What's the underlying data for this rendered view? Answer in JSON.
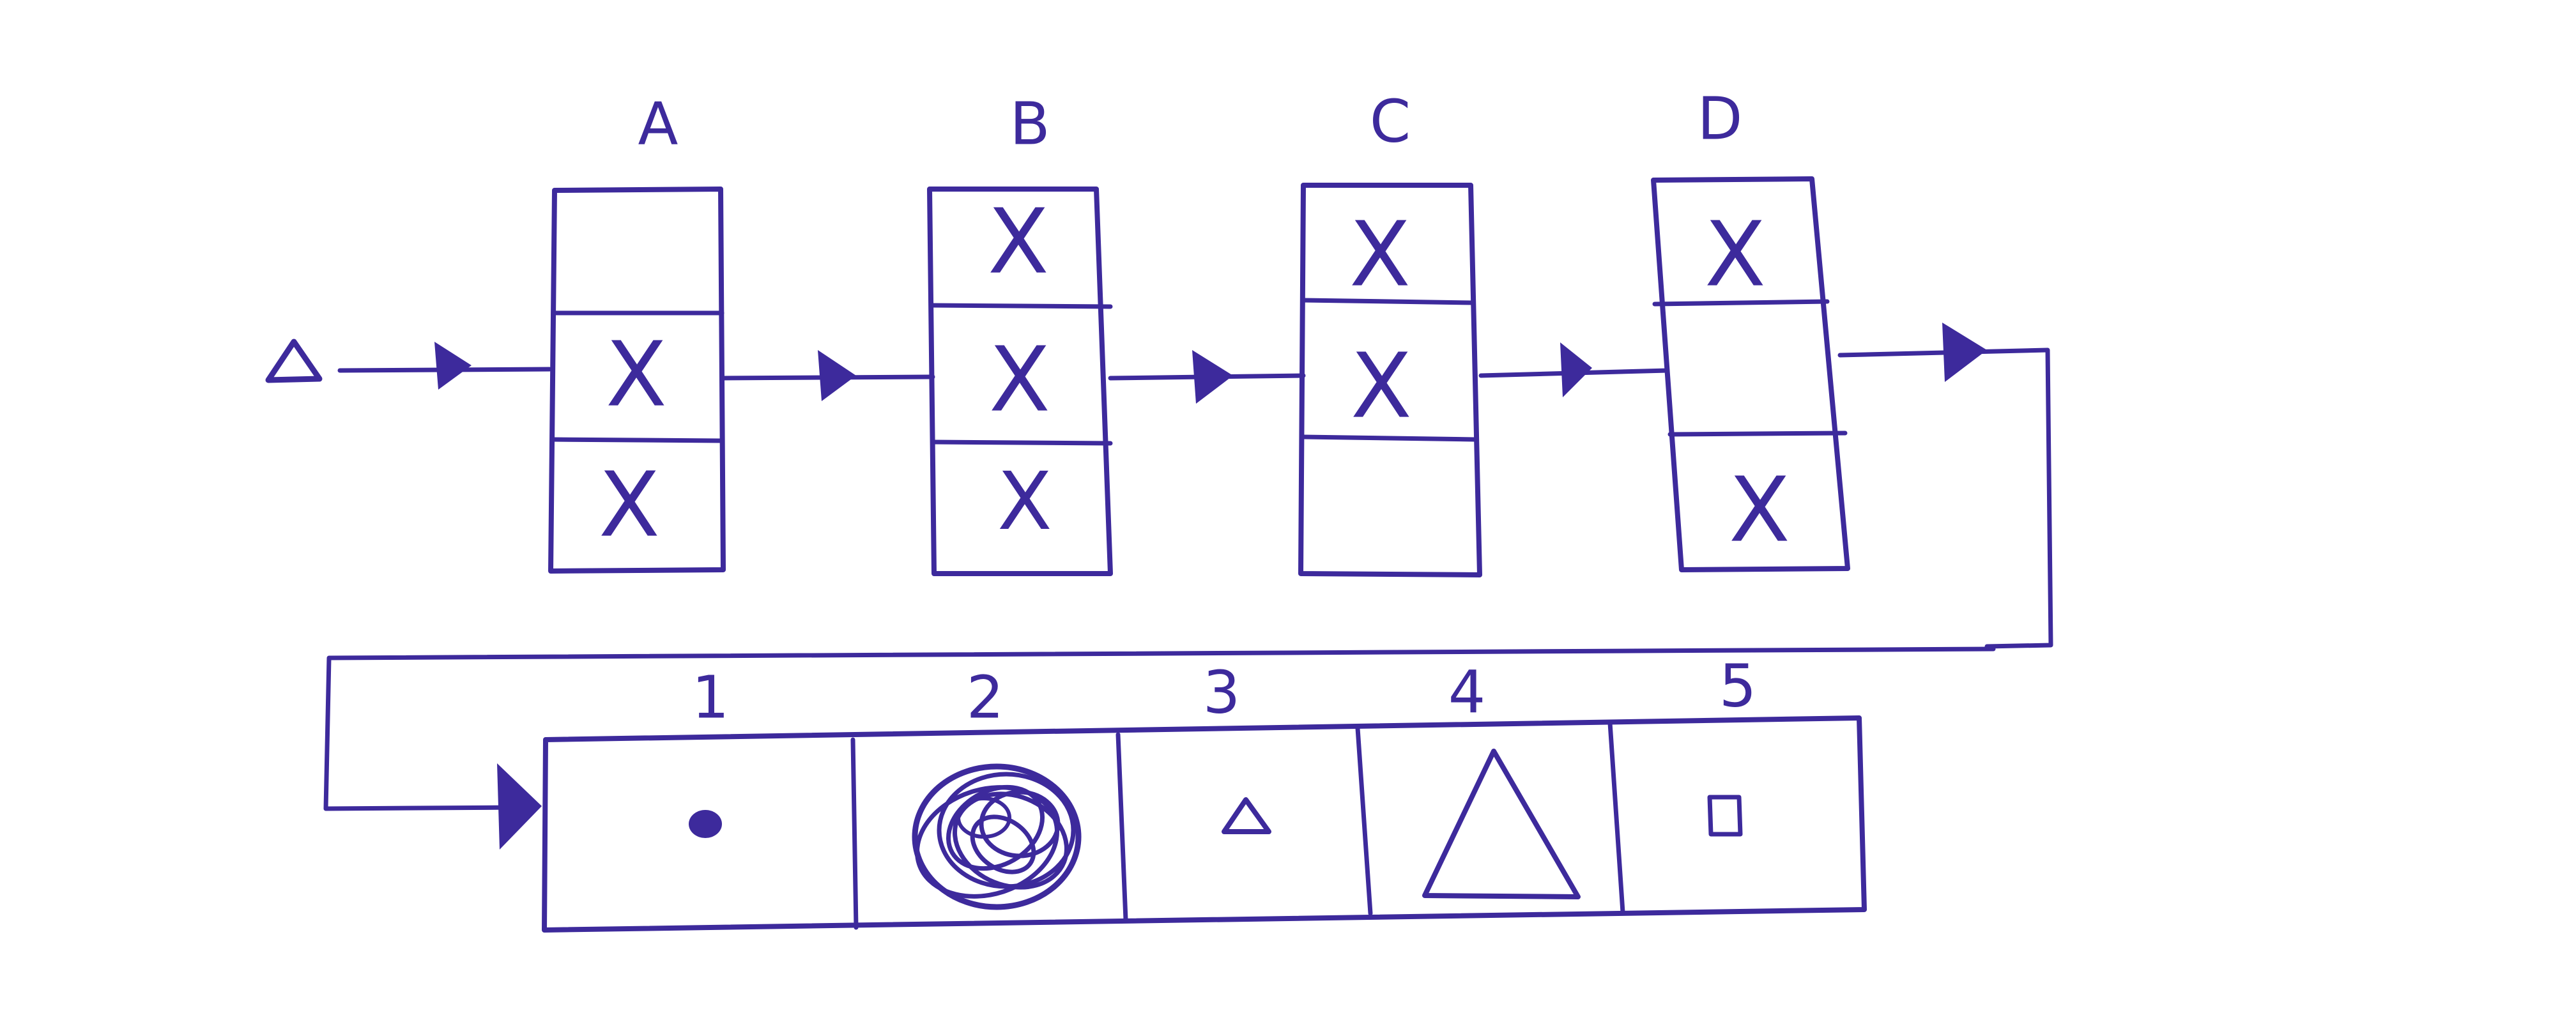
{
  "colors": {
    "ink": "#3d2a9c",
    "fill": "#3d2a9c",
    "background": "#ffffff"
  },
  "input_symbol": "triangle-icon",
  "stages": [
    {
      "label": "A",
      "cells": [
        "",
        "X",
        "X"
      ]
    },
    {
      "label": "B",
      "cells": [
        "X",
        "X",
        "X"
      ]
    },
    {
      "label": "C",
      "cells": [
        "X",
        "X",
        ""
      ]
    },
    {
      "label": "D",
      "cells": [
        "X",
        "",
        "X"
      ]
    }
  ],
  "output_row": [
    {
      "label": "1",
      "symbol": "small-dot-icon"
    },
    {
      "label": "2",
      "symbol": "scribbled-circle-icon"
    },
    {
      "label": "3",
      "symbol": "small-triangle-icon"
    },
    {
      "label": "4",
      "symbol": "large-triangle-icon"
    },
    {
      "label": "5",
      "symbol": "small-square-icon"
    }
  ]
}
